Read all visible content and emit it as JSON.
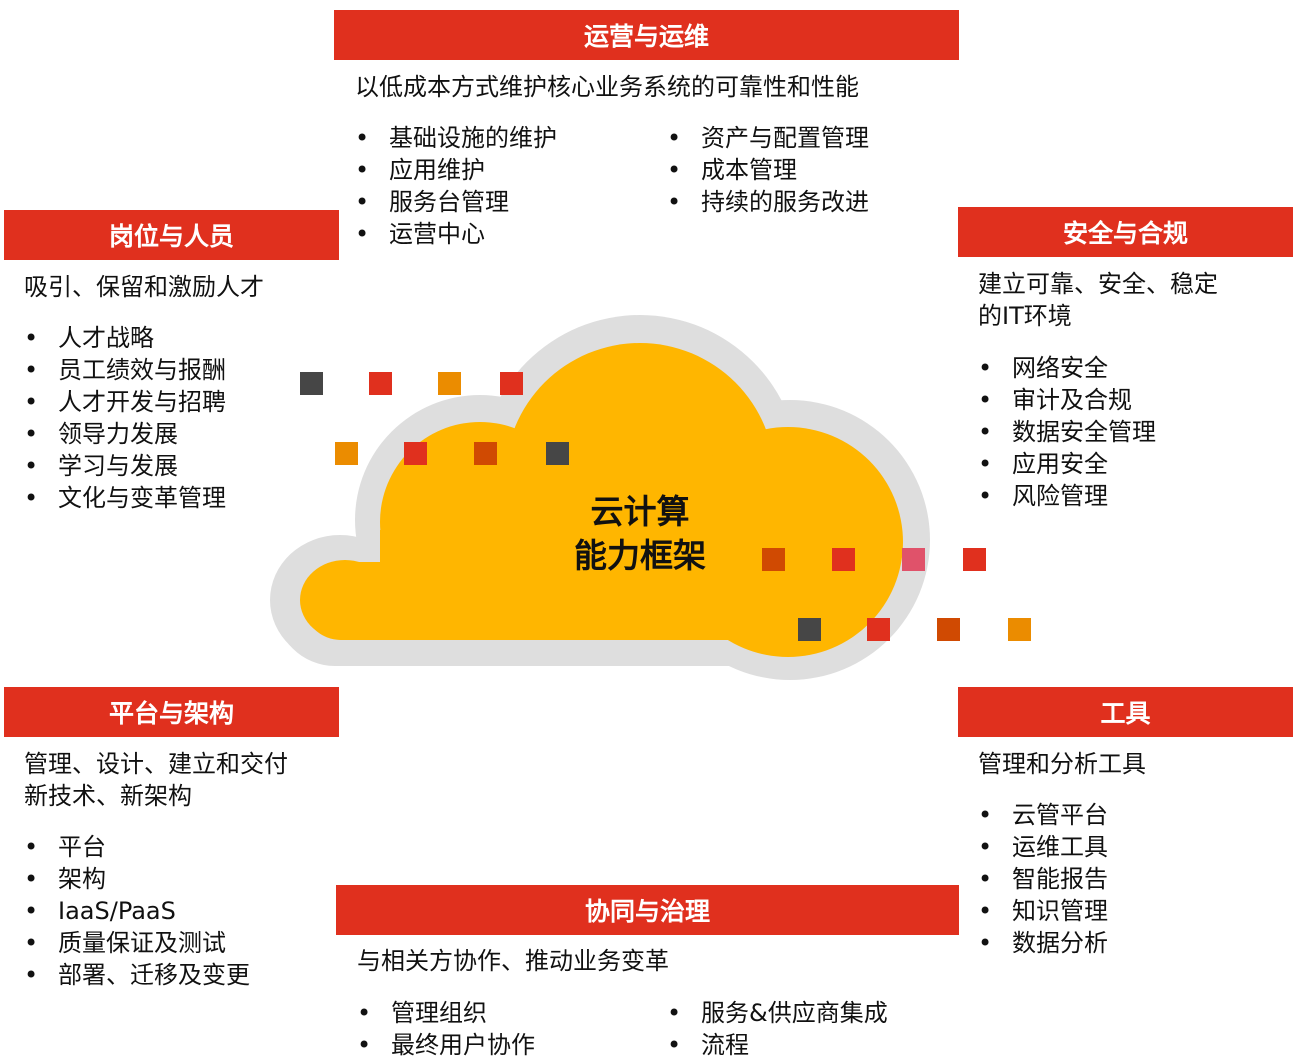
{
  "center": {
    "line1": "云计算",
    "line2": "能力框架"
  },
  "ops": {
    "title": "运营与运维",
    "desc": "以低成本方式维护核心业务系统的可靠性和性能",
    "col1": [
      "基础设施的维护",
      "应用维护",
      "服务台管理",
      "运营中心"
    ],
    "col2": [
      "资产与配置管理",
      "成本管理",
      "持续的服务改进"
    ]
  },
  "people": {
    "title": "岗位与人员",
    "desc": "吸引、保留和激励人才",
    "items": [
      "人才战略",
      "员工绩效与报酬",
      "人才开发与招聘",
      "领导力发展",
      "学习与发展",
      "文化与变革管理"
    ]
  },
  "security": {
    "title": "安全与合规",
    "desc_line1": "建立可靠、安全、稳定",
    "desc_line2": "的IT环境",
    "items": [
      "网络安全",
      "审计及合规",
      "数据安全管理",
      "应用安全",
      "风险管理"
    ]
  },
  "platform": {
    "title": "平台与架构",
    "desc_line1": "管理、设计、建立和交付",
    "desc_line2": "新技术、新架构",
    "items": [
      "平台",
      "架构",
      "IaaS/PaaS",
      "质量保证及测试",
      "部署、迁移及变更"
    ]
  },
  "tools": {
    "title": "工具",
    "desc": "管理和分析工具",
    "items": [
      "云管平台",
      "运维工具",
      "智能报告",
      "知识管理",
      "数据分析"
    ]
  },
  "governance": {
    "title": "协同与治理",
    "desc": "与相关方协作、推动业务变革",
    "col1": [
      "管理组织",
      "最终用户协作"
    ],
    "col2": [
      "服务&供应商集成",
      "流程"
    ]
  },
  "colors": {
    "banner": "#e0301e",
    "cloud_fill": "#ffb600",
    "cloud_halo": "#dedede",
    "square_gray": "#464646",
    "square_red": "#e0301e",
    "square_orange": "#eb8c00",
    "square_rust": "#d04a02",
    "square_pink": "#e0526a"
  }
}
